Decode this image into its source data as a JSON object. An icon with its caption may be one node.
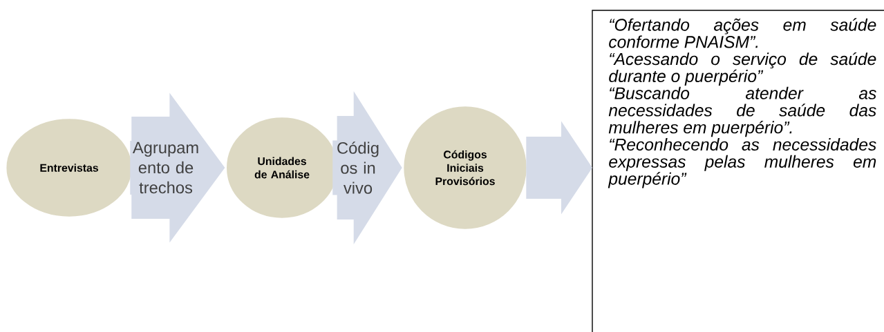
{
  "diagram": {
    "nodes": [
      {
        "text": [
          "Entrevistas"
        ]
      },
      {
        "text": [
          "Unidades de Análise"
        ]
      },
      {
        "text": [
          "Códigos Iniciais Provisórios"
        ]
      },
      {
        "text": [
          "“Ofertando ações em saúde conforme PNAISM”.",
          "“Acessando o serviço de saúde durante o puerpério”",
          "“Buscando atender as necessidades de saúde das mulheres em puerpério”.",
          "“Reconhecendo as necessidades expressas pelas mulheres em puerpério”"
        ]
      }
    ],
    "edges": [
      {
        "from": 0,
        "to": 1,
        "arrow": "to",
        "label": "Agrupam ento de trechos"
      },
      {
        "from": 1,
        "to": 2,
        "arrow": "to",
        "label": "Códig os in vivo"
      },
      {
        "from": 2,
        "to": 3,
        "arrow": "to"
      }
    ]
  }
}
